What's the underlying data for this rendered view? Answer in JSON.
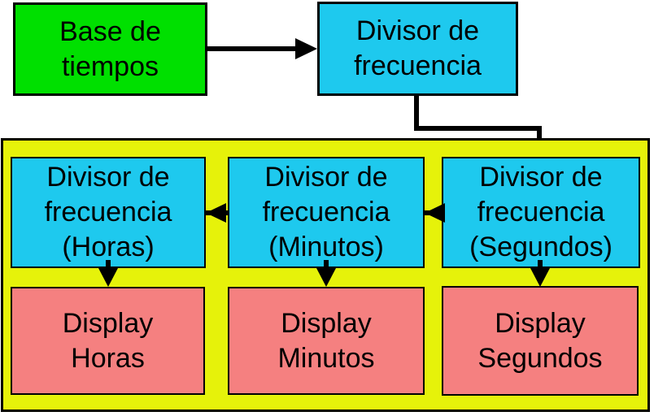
{
  "colors": {
    "background": "#ffffff",
    "green": "#00e000",
    "cyan": "#1ec9ee",
    "yellow": "#e6f20a",
    "salmon": "#f58080",
    "line": "#000000"
  },
  "nodes": {
    "base_tiempos": {
      "label": "Base de\ntiempos"
    },
    "divisor_frecuencia": {
      "label": "Divisor de\nfrecuencia"
    },
    "divisor_horas": {
      "label": "Divisor de\nfrecuencia\n(Horas)"
    },
    "divisor_minutos": {
      "label": "Divisor de\nfrecuencia\n(Minutos)"
    },
    "divisor_segundos": {
      "label": "Divisor de\nfrecuencia\n(Segundos)"
    },
    "display_horas": {
      "label": "Display\nHoras"
    },
    "display_minutos": {
      "label": "Display\nMinutos"
    },
    "display_segundos": {
      "label": "Display\nSegundos"
    }
  }
}
